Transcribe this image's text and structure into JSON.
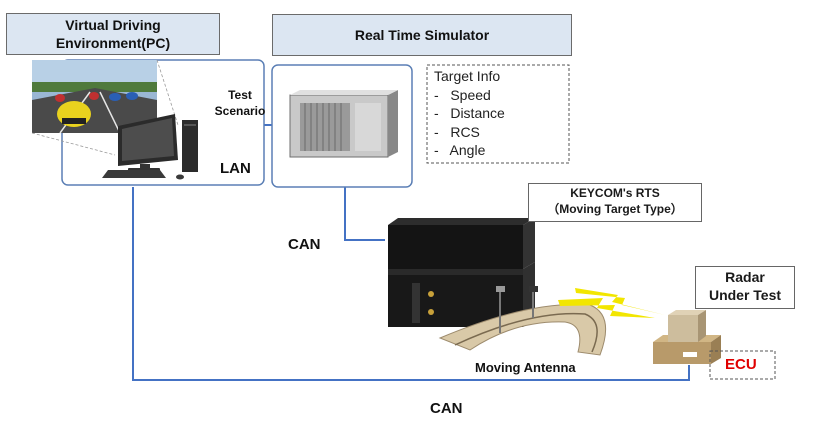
{
  "pc": {
    "title_line1": "Virtual Driving",
    "title_line2": "Environment(PC)"
  },
  "simulator": {
    "title": "Real Time Simulator"
  },
  "target_info": {
    "heading": "Target Info",
    "items": [
      "-   Speed",
      "-   Distance",
      "-   RCS",
      "-   Angle"
    ]
  },
  "links": {
    "test_line1": "Test",
    "test_line2": "Scenario",
    "lan": "LAN",
    "can_upper": "CAN",
    "can_bottom": "CAN"
  },
  "rts": {
    "line1": "KEYCOM's RTS",
    "line2": "（Moving Target Type）"
  },
  "radar": {
    "line1": "Radar",
    "line2": "Under Test"
  },
  "ecu": {
    "label": "ECU"
  },
  "antenna": {
    "label": "Moving Antenna"
  },
  "colors": {
    "line": "#4472c4",
    "box_fill": "#dce6f2",
    "ecu_red": "#e00000",
    "flash": "#f2e600"
  }
}
